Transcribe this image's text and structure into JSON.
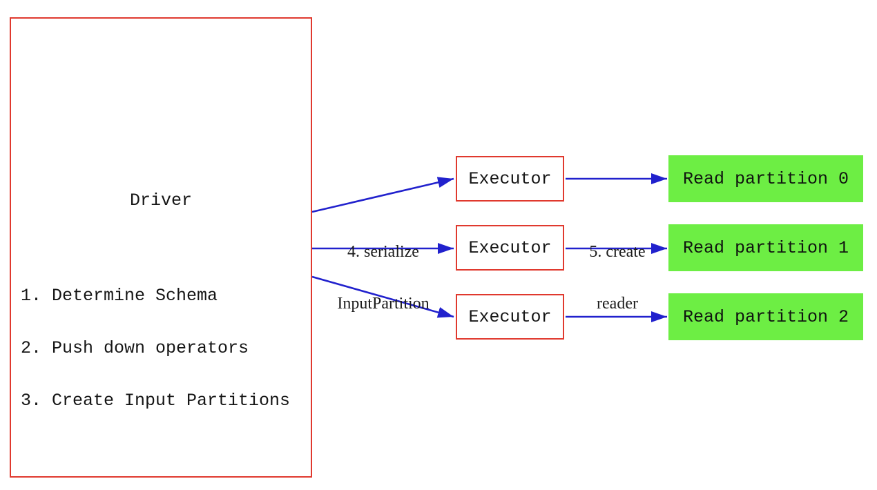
{
  "colors": {
    "box-red": "#e0392e",
    "arrow-blue": "#2121cd",
    "partition-green": "#6dee44",
    "text": "#151515",
    "background": "#ffffff"
  },
  "driver": {
    "title": "Driver",
    "steps": [
      "1. Determine Schema",
      "2. Push down operators",
      "3. Create Input Partitions"
    ]
  },
  "executors": [
    {
      "label": "Executor"
    },
    {
      "label": "Executor"
    },
    {
      "label": "Executor"
    }
  ],
  "partitions": [
    {
      "label": "Read partition 0"
    },
    {
      "label": "Read partition 1"
    },
    {
      "label": "Read partition 2"
    }
  ],
  "edge_labels": {
    "serialize": {
      "line1": "4. serialize",
      "line2": "InputPartition"
    },
    "create_reader": {
      "line1": "5. create",
      "line2": "reader"
    }
  }
}
